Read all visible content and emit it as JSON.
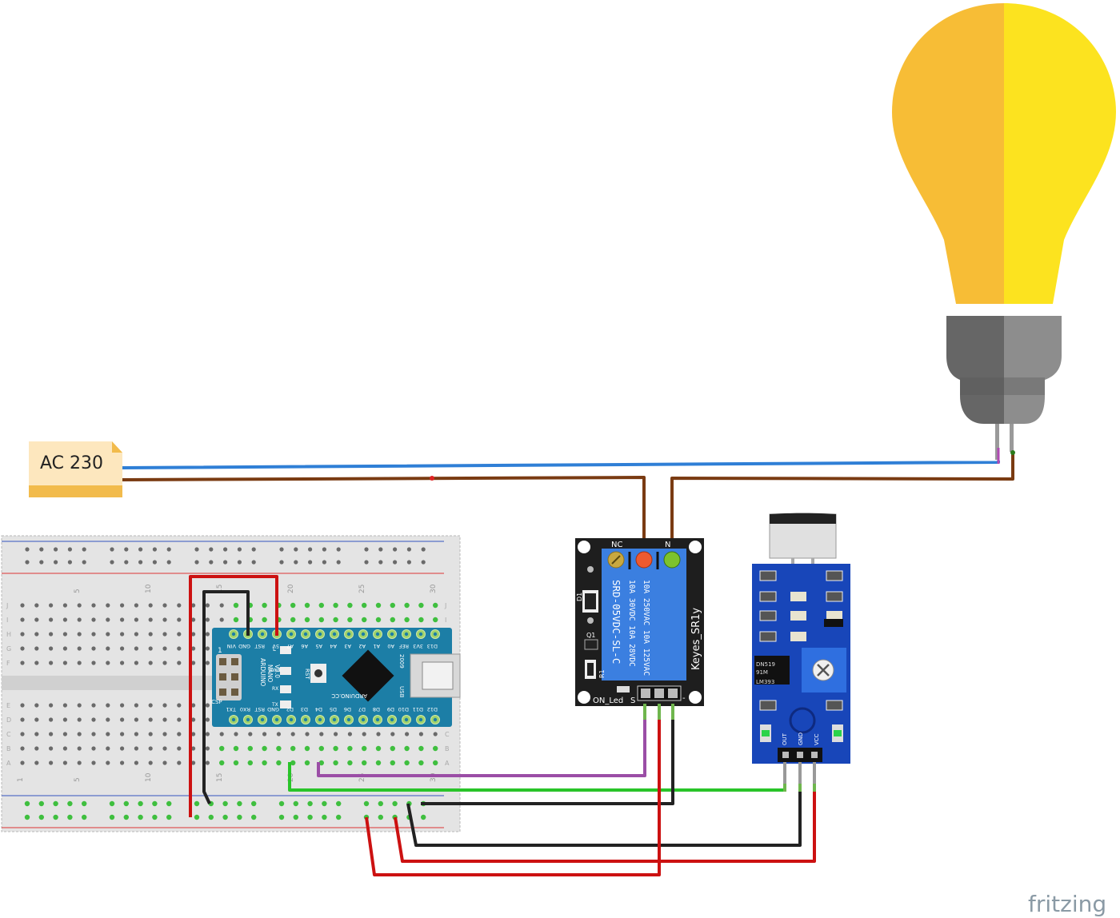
{
  "ac_source": {
    "label": "AC 230"
  },
  "relay": {
    "nc_label": "NC",
    "no_label": "N",
    "rating_lines": [
      "10A 250VAC  10A 125VAC",
      "10A  30VDC  10A  28VDC",
      "SRD-05VDC-SL-C"
    ],
    "board_name": "Keyes_SR1y",
    "d1_label": "D1",
    "q1_label": "Q1",
    "r1_label": "R1",
    "on_led_label": "ON_Led",
    "signal_label": "S",
    "minus_label": "-"
  },
  "sound_sensor": {
    "pin_out": "OUT",
    "pin_gnd": "GND",
    "pin_vcc": "VCC",
    "chip_lines": [
      "LM393",
      "91M",
      "DN519"
    ]
  },
  "arduino": {
    "name_lines": [
      "ARDUINO",
      "NANO",
      "V3.0"
    ],
    "site": "ARDUINO.CC",
    "top_pins": [
      "VIN",
      "GND",
      "RST",
      "5V",
      "A7",
      "A6",
      "A5",
      "A4",
      "A3",
      "A2",
      "A1",
      "A0",
      "REF",
      "3V3",
      "D13"
    ],
    "bottom_pins": [
      "TX1",
      "RX0",
      "RST",
      "GND",
      "D2",
      "D3",
      "D4",
      "D5",
      "D6",
      "D7",
      "D8",
      "D9",
      "D10",
      "D11",
      "D12"
    ],
    "rst_label": "RST",
    "icsp_label": "ICSP",
    "pwr_label": "PWR",
    "l_label": "L",
    "rx_label": "RX",
    "tx_label": "TX",
    "usb_label": "USB",
    "pin1_label": "1",
    "year_label": "2009"
  },
  "breadboard": {
    "top_numbers": [
      "5",
      "10",
      "15",
      "20",
      "25",
      "30"
    ],
    "bottom_numbers": [
      "1",
      "5",
      "10",
      "15",
      "20",
      "25",
      "30"
    ],
    "row_letters_top": [
      "J",
      "I",
      "H",
      "G",
      "F"
    ],
    "row_letters_bottom": [
      "E",
      "D",
      "C",
      "B",
      "A"
    ]
  },
  "watermark": "fritzing",
  "colors": {
    "neutral_wire": "#2f7fd6",
    "live_wire": "#7a3b12",
    "power_wire": "#cc1111",
    "ground_wire": "#222222",
    "signal_green": "#29c429",
    "signal_purple": "#9b4ea6",
    "bulb_left": "#f7bd36",
    "bulb_right": "#fce31f",
    "relay_blue": "#3b7fe0",
    "nano_teal": "#1c7ea6",
    "sensor_blue": "#1846b9"
  },
  "icons": [
    "light-bulb",
    "note",
    "microphone",
    "potentiometer",
    "relay-coil"
  ]
}
